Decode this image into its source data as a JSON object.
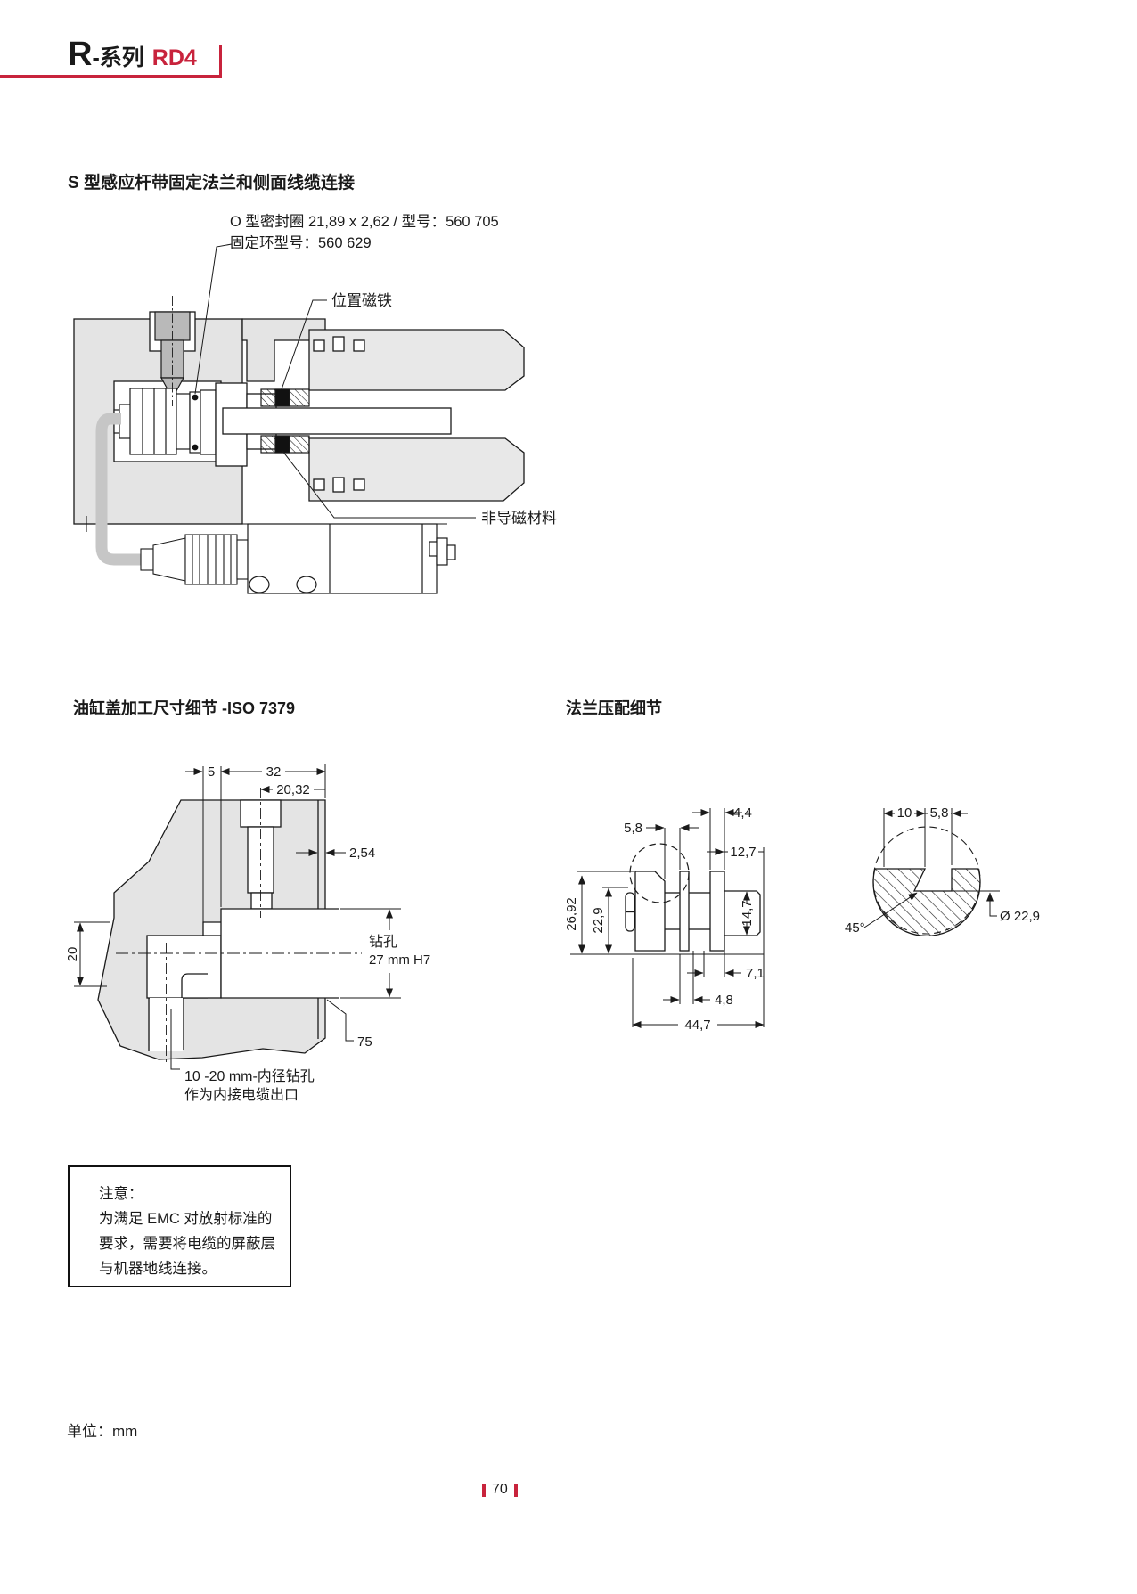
{
  "page": {
    "bg": "#ffffff",
    "accent_color": "#c8233c",
    "ink": "#1a1a1a"
  },
  "header": {
    "series_prefix": "R",
    "series_suffix": "-系列",
    "model": "RD4"
  },
  "diagram1": {
    "title": "S 型感应杆带固定法兰和侧面线缆连接",
    "callout_line1": "O 型密封圈 21,89 x 2,62 / 型号：560 705",
    "callout_line2": "固定环型号：560 629",
    "label_magnet": "位置磁铁",
    "label_nonmagnetic": "非导磁材料"
  },
  "diagram2": {
    "title": "油缸盖加工尺寸细节 -ISO 7379",
    "dims": {
      "d5": "5",
      "d32": "32",
      "d20_32": "20,32",
      "d2_54": "2,54",
      "d20": "20",
      "bore_label_1": "钻孔",
      "bore_label_2": "27 mm H7",
      "d75": "75",
      "drill_note_1": "10 -20 mm-内径钻孔",
      "drill_note_2": "作为内接电缆出口"
    }
  },
  "diagram3": {
    "title": "法兰压配细节",
    "dims": {
      "d5_8": "5,8",
      "d4_4": "4,4",
      "d12_7": "12,7",
      "d26_92": "26,92",
      "d22_9": "22,9",
      "d14_7": "14,7",
      "d7_1": "7,1",
      "d4_8": "4,8",
      "d44_7": "44,7"
    }
  },
  "diagram4": {
    "dims": {
      "d10": "10",
      "d5_8": "5,8",
      "angle": "45°",
      "dia": "Ø 22,9"
    }
  },
  "note": {
    "line1": "注意：",
    "line2": "为满足 EMC 对放射标准的",
    "line3": "要求，需要将电缆的屏蔽层",
    "line4": "与机器地线连接。"
  },
  "footer": {
    "units": "单位：mm",
    "page": "70"
  }
}
